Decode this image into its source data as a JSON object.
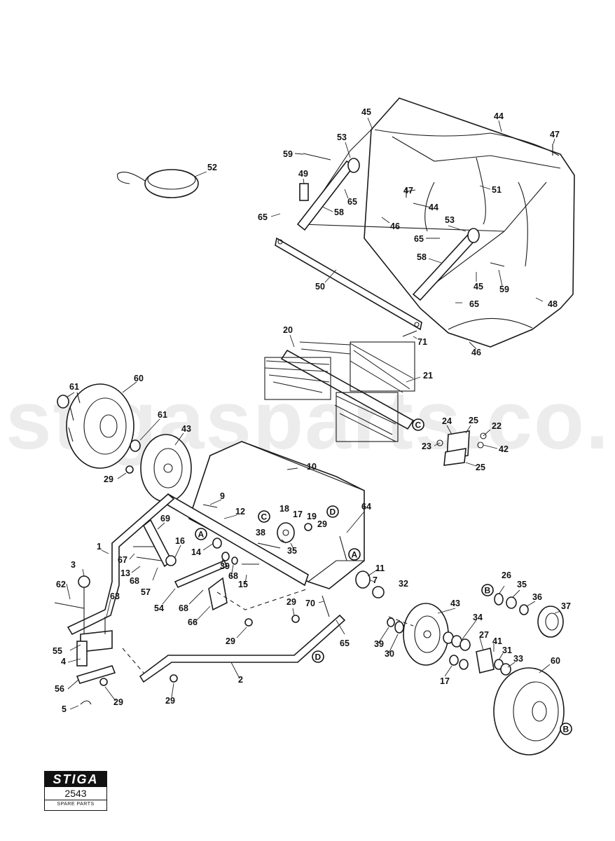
{
  "watermark": "stigasparts.co.uk",
  "brand": {
    "logo": "STIGA",
    "code": "2543",
    "subtitle": "SPARE PARTS"
  },
  "callouts": {
    "c1": "1",
    "c2": "2",
    "c3": "3",
    "c4": "4",
    "c5": "5",
    "c7": "7",
    "c9": "9",
    "c10": "10",
    "c11": "11",
    "c12": "12",
    "c13": "13",
    "c14": "14",
    "c15": "15",
    "c16": "16",
    "c17a": "17",
    "c17b": "17",
    "c18": "18",
    "c19": "19",
    "c20": "20",
    "c21": "21",
    "c22": "22",
    "c23": "23",
    "c24": "24",
    "c25a": "25",
    "c25b": "25",
    "c26": "26",
    "c27": "27",
    "c29a": "29",
    "c29b": "29",
    "c29c": "29",
    "c29d": "29",
    "c29e": "29",
    "c29f": "29",
    "c30": "30",
    "c31": "31",
    "c32": "32",
    "c33": "33",
    "c34": "34",
    "c35a": "35",
    "c35b": "35",
    "c36": "36",
    "c37": "37",
    "c38": "38",
    "c39a": "39",
    "c39b": "39",
    "c41": "41",
    "c42": "42",
    "c43a": "43",
    "c43b": "43",
    "c44a": "44",
    "c44b": "44",
    "c45a": "45",
    "c45b": "45",
    "c46a": "46",
    "c46b": "46",
    "c47a": "47",
    "c47b": "47",
    "c48": "48",
    "c49": "49",
    "c50": "50",
    "c51": "51",
    "c52": "52",
    "c53a": "53",
    "c53b": "53",
    "c54": "54",
    "c55": "55",
    "c56": "56",
    "c57": "57",
    "c58a": "58",
    "c58b": "58",
    "c59a": "59",
    "c59b": "59",
    "c60a": "60",
    "c60b": "60",
    "c61a": "61",
    "c61b": "61",
    "c62": "62",
    "c63": "63",
    "c64": "64",
    "c65a": "65",
    "c65b": "65",
    "c65c": "65",
    "c65d": "65",
    "c65e": "65",
    "c66": "66",
    "c67": "67",
    "c68a": "68",
    "c68b": "68",
    "c68c": "68",
    "c69": "69",
    "c70": "70",
    "c71": "71"
  },
  "refs": {
    "ra1": "A",
    "ra2": "A",
    "rb1": "B",
    "rb2": "B",
    "rc1": "C",
    "rc2": "C",
    "rd1": "D",
    "rd2": "D"
  }
}
